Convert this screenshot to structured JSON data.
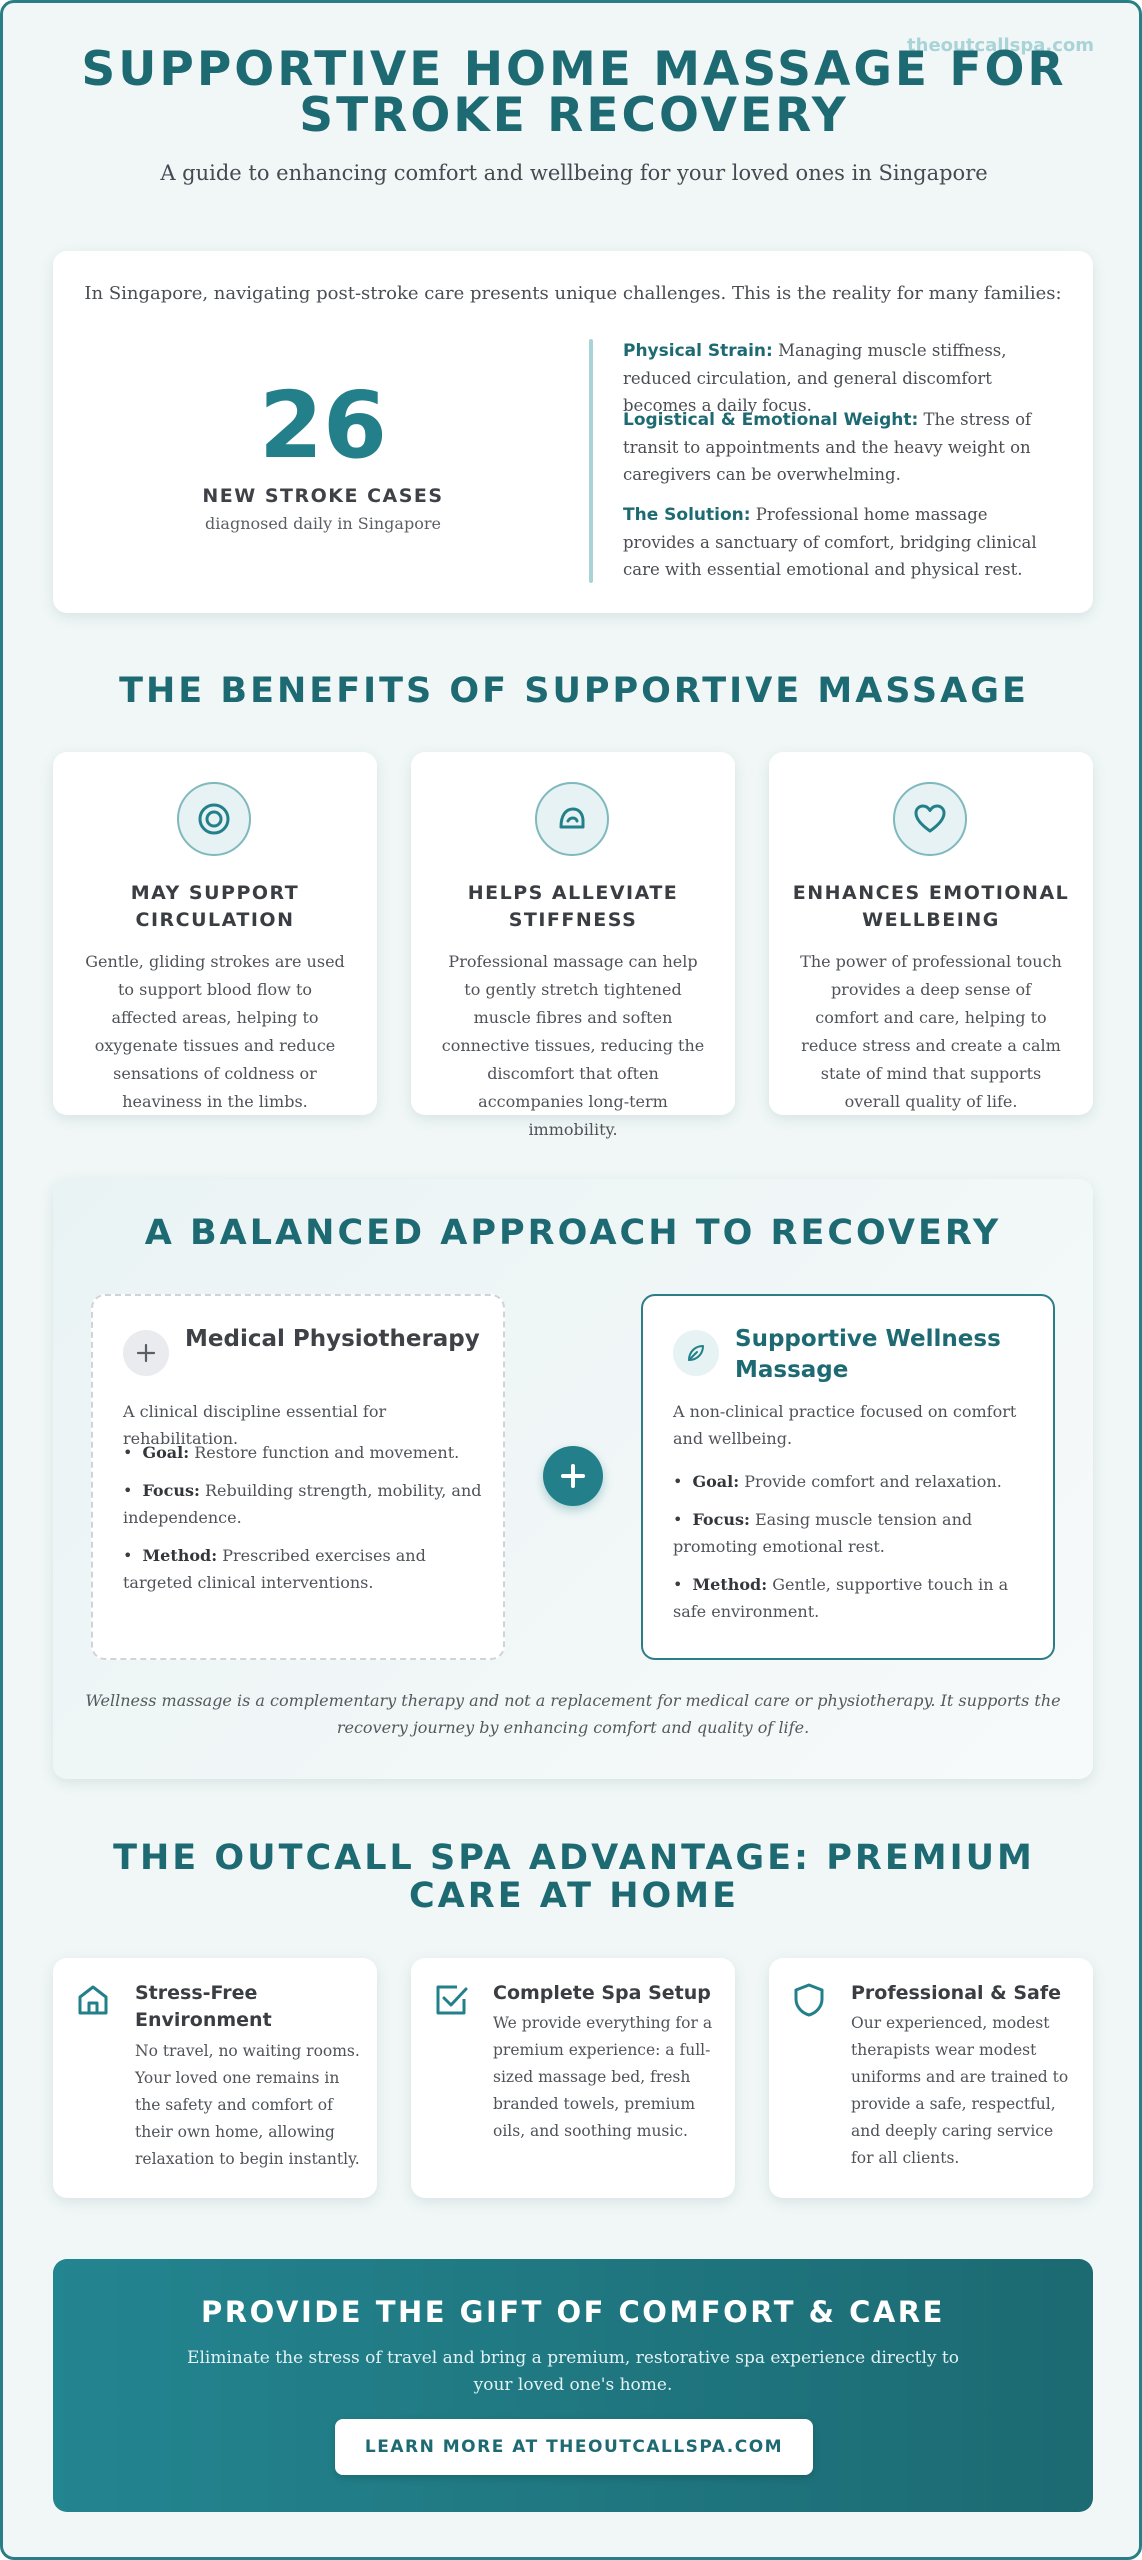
{
  "watermark": "theoutcallspa.com",
  "header": {
    "title": "Supportive Home Massage for Stroke Recovery",
    "subtitle": "A guide to enhancing comfort and wellbeing for your loved ones in Singapore"
  },
  "intro": {
    "text": "In Singapore, navigating post-stroke care presents unique challenges. This is the reality for many families:",
    "stat_number": "26",
    "stat_label": "New Stroke Cases",
    "stat_sub": "diagnosed daily in Singapore",
    "points": [
      {
        "label": "Physical Strain:",
        "text": "Managing muscle stiffness, reduced circulation, and general discomfort becomes a daily focus."
      },
      {
        "label": "Logistical & Emotional Weight:",
        "text": "The stress of transit to appointments and the heavy weight on caregivers can be overwhelming."
      },
      {
        "label": "The Solution:",
        "text": "Professional home massage provides a sanctuary of comfort, bridging clinical care with essential emotional and physical rest."
      }
    ]
  },
  "benefits": {
    "title": "The Benefits of Supportive Massage",
    "items": [
      {
        "icon": "target-circle-icon",
        "title": "May Support Circulation",
        "text": "Gentle, gliding strokes are used to support blood flow to affected areas, helping to oxygenate tissues and reduce sensations of coldness or heaviness in the limbs."
      },
      {
        "icon": "muscle-icon",
        "title": "Helps Alleviate Stiffness",
        "text": "Professional massage can help to gently stretch tightened muscle fibres and soften connective tissues, reducing the discomfort that often accompanies long-term immobility."
      },
      {
        "icon": "heart-icon",
        "title": "Enhances Emotional Wellbeing",
        "text": "The power of professional touch provides a deep sense of comfort and care, helping to reduce stress and create a calm state of mind that supports overall quality of life."
      }
    ]
  },
  "approach": {
    "title": "A Balanced Approach to Recovery",
    "medical": {
      "title": "Medical Physiotherapy",
      "desc": "A clinical discipline essential for rehabilitation.",
      "items": [
        {
          "label": "Goal:",
          "text": "Restore function and movement."
        },
        {
          "label": "Focus:",
          "text": "Rebuilding strength, mobility, and independence."
        },
        {
          "label": "Method:",
          "text": "Prescribed exercises and targeted clinical interventions."
        }
      ]
    },
    "wellness": {
      "title": "Supportive Wellness Massage",
      "desc": "A non-clinical practice focused on comfort and wellbeing.",
      "items": [
        {
          "label": "Goal:",
          "text": "Provide comfort and relaxation."
        },
        {
          "label": "Focus:",
          "text": "Easing muscle tension and promoting emotional rest."
        },
        {
          "label": "Method:",
          "text": "Gentle, supportive touch in a safe environment."
        }
      ]
    },
    "note": "Wellness massage is a complementary therapy and not a replacement for medical care or physiotherapy. It supports the recovery journey by enhancing comfort and quality of life."
  },
  "advantage": {
    "title": "The Outcall Spa Advantage: Premium Care at Home",
    "items": [
      {
        "icon": "home-icon",
        "title": "Stress-Free Environment",
        "text": "No travel, no waiting rooms. Your loved one remains in the safety and comfort of their own home, allowing relaxation to begin instantly."
      },
      {
        "icon": "checkbox-icon",
        "title": "Complete Spa Setup",
        "text": "We provide everything for a premium experience: a full-sized massage bed, fresh branded towels, premium oils, and soothing music."
      },
      {
        "icon": "shield-icon",
        "title": "Professional & Safe",
        "text": "Our experienced, modest therapists wear modest uniforms and are trained to provide a safe, respectful, and deeply caring service for all clients."
      }
    ]
  },
  "cta": {
    "title": "Provide the Gift of Comfort & Care",
    "text": "Eliminate the stress of travel and bring a premium, restorative spa experience directly to your loved one's home.",
    "button": "Learn More at TheOutcallSpa.com"
  },
  "colors": {
    "brand": "#1d6a73",
    "accent": "#23808a",
    "background": "#f1f7f7"
  }
}
